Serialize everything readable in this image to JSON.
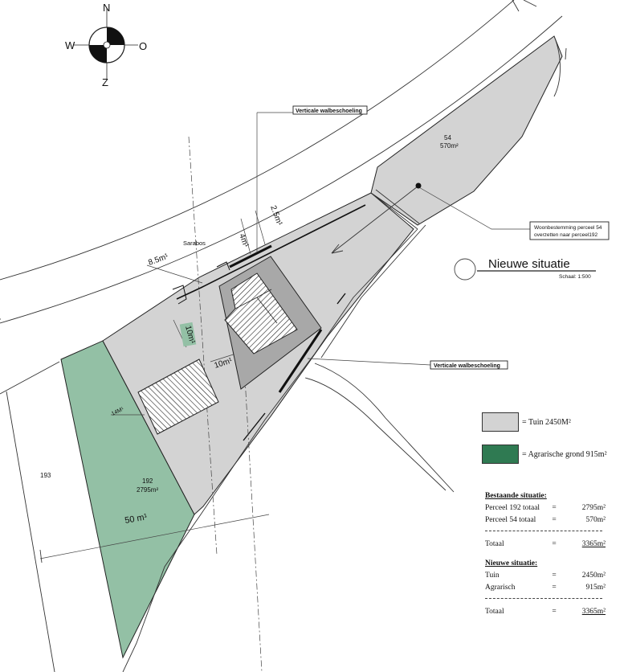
{
  "compass": {
    "north": "N",
    "west": "W",
    "east": "O",
    "south": "Z"
  },
  "labels": {
    "wall_top": "Verticale walbeschoeling",
    "wall_mid": "Verticale walbeschoeling",
    "woon_line1": "Woonbestemming perceel 54",
    "woon_line2": "overzetten naar perceel192",
    "title": "Nieuwe situatie",
    "scale": "Schaal: 1:500",
    "sarabos": "Sarabos"
  },
  "parcels": {
    "p54_num": "54",
    "p54_area": "570m²",
    "p192_num": "192",
    "p192_area": "2795m²",
    "p193_num": "193"
  },
  "dimensions": {
    "d8_5": "8.5m¹",
    "d4": "4m¹",
    "d2_5": "2.5m¹",
    "d10a": "10m¹",
    "d10b": "10m¹",
    "d14": "14M¹",
    "d50": "50 m¹"
  },
  "legend": {
    "tuin_label": "= Tuin 2450M²",
    "agr_label": "= Agrarische grond 915m²",
    "tuin_color": "#d3d3d3",
    "agr_color": "#2f7a52",
    "agr_area_color": "#93c0a5"
  },
  "table": {
    "bestaande_title": "Bestaande situatie:",
    "bestaande_rows": [
      {
        "label": "Perceel 192 totaal",
        "eq": "=",
        "value": "2795m²"
      },
      {
        "label": "Perceel 54 totaal",
        "eq": "=",
        "value": "570m²"
      }
    ],
    "bestaande_total": {
      "label": "Totaal",
      "eq": "=",
      "value": "3365m²"
    },
    "nieuwe_title": "Nieuwe situatie:",
    "nieuwe_rows": [
      {
        "label": "Tuin",
        "eq": "=",
        "value": "2450m²"
      },
      {
        "label": "Agrarisch",
        "eq": "=",
        "value": "915m²"
      }
    ],
    "nieuwe_total": {
      "label": "Totaal",
      "eq": "=",
      "value": "3365m²"
    }
  }
}
